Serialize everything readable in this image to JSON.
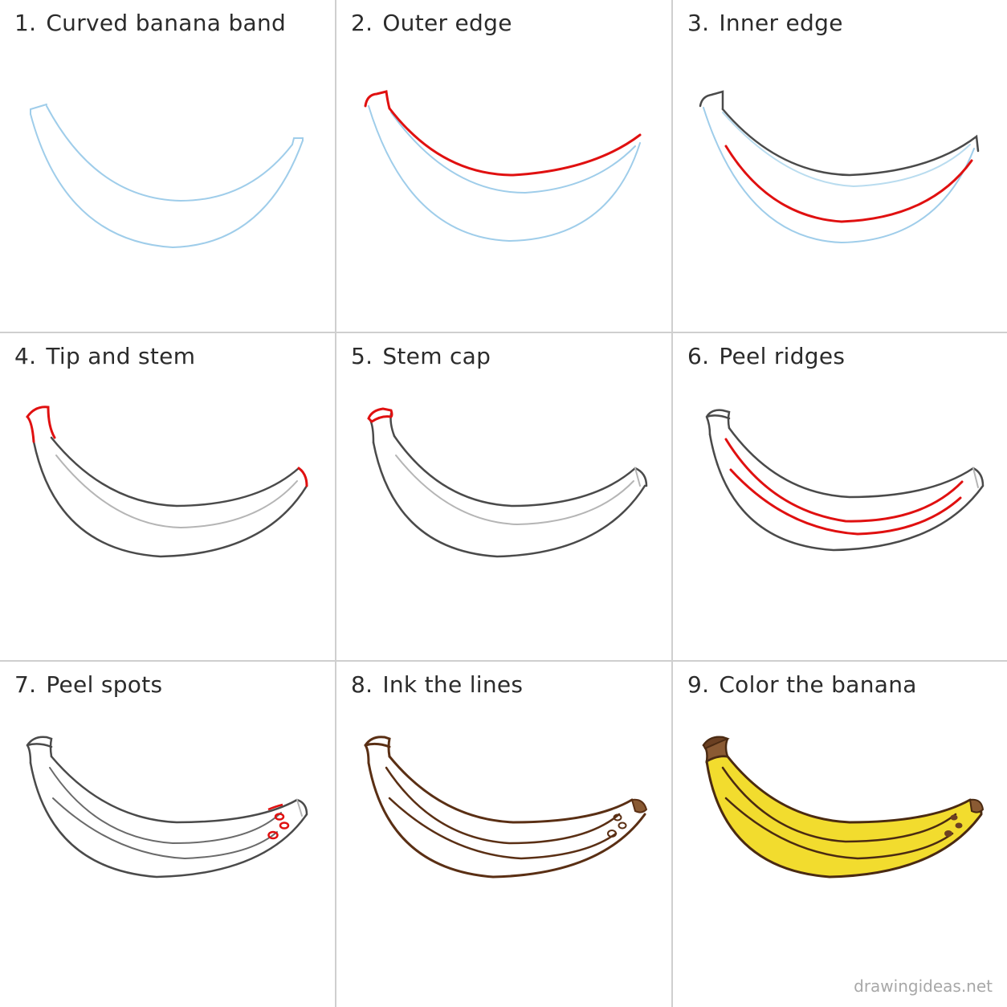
{
  "steps": [
    {
      "number": "1.",
      "title": "Curved banana band"
    },
    {
      "number": "2.",
      "title": "Outer edge"
    },
    {
      "number": "3.",
      "title": "Inner edge"
    },
    {
      "number": "4.",
      "title": "Tip and stem"
    },
    {
      "number": "5.",
      "title": "Stem cap"
    },
    {
      "number": "6.",
      "title": "Peel ridges"
    },
    {
      "number": "7.",
      "title": "Peel spots"
    },
    {
      "number": "8.",
      "title": "Ink the lines"
    },
    {
      "number": "9.",
      "title": "Color the banana"
    }
  ],
  "watermark": "drawingideas.net",
  "colors": {
    "guide": "#9fcdea",
    "highlight": "#e01010",
    "pencil": "#4a4a4a",
    "light_pencil": "#b5b5b5",
    "ink": "#5a2f14",
    "fill": "#f2dc2e",
    "stem": "#8a5a33"
  }
}
